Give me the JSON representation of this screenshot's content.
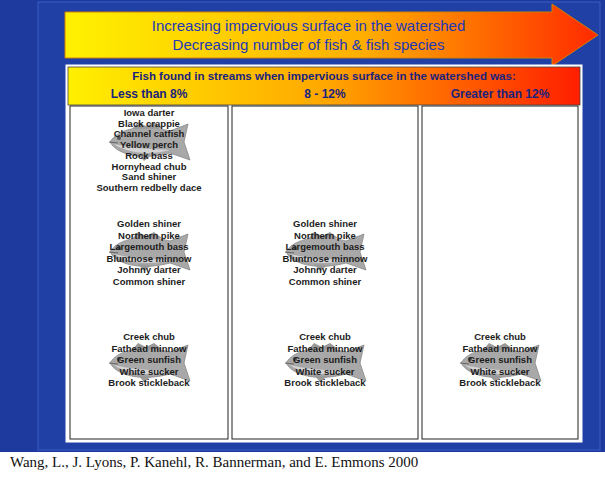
{
  "diagram": {
    "caption": "Wang, L., J. Lyons, P. Kanehl, R. Bannerman, and E. Emmons 2000",
    "nodes": [
      {
        "text": [
          "Increasing impervious surface in the watershed",
          "Decreasing number of fish & fish species"
        ]
      },
      {
        "text": [
          "Fish found in streams when impervious surface in the watershed was:"
        ]
      },
      {
        "text": [
          "Less than 8%",
          "Iowa darter",
          "Black crappie",
          "Channel catfish",
          "Yellow perch",
          "Rock bass",
          "Hornyhead chub",
          "Sand shiner",
          "Southern redbelly dace",
          "Golden shiner",
          "Northern pike",
          "Largemouth bass",
          "Bluntnose minnow",
          "Johnny darter",
          "Common shiner",
          "Creek chub",
          "Fathead minnow",
          "Green sunfish",
          "White sucker",
          "Brook stickleback"
        ]
      },
      {
        "text": [
          "8 - 12%",
          "Golden shiner",
          "Northern pike",
          "Largemouth bass",
          "Bluntnose minnow",
          "Johnny darter",
          "Common shiner",
          "Creek chub",
          "Fathead minnow",
          "Green sunfish",
          "White sucker",
          "Brook stickleback"
        ]
      },
      {
        "text": [
          "Greater than 12%",
          "Creek chub",
          "Fathead minnow",
          "Green sunfish",
          "White sucker",
          "Brook stickleback"
        ]
      }
    ]
  }
}
